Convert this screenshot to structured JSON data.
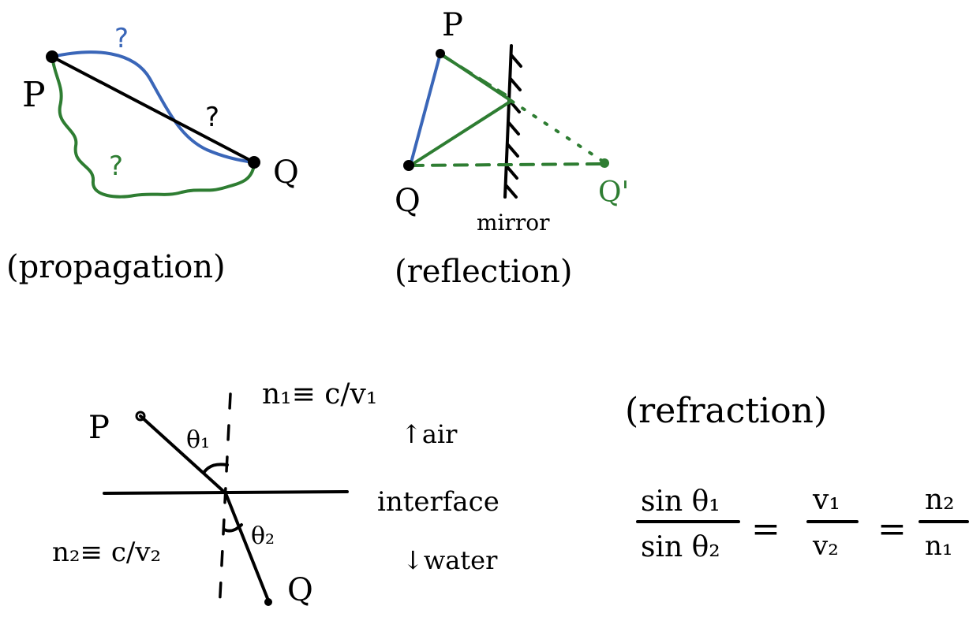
{
  "propagation": {
    "label_p": "P",
    "label_q": "Q",
    "question_blue": "?",
    "question_black": "?",
    "question_green": "?",
    "caption": "(propagation)"
  },
  "reflection": {
    "label_p": "P",
    "label_q": "Q",
    "label_q_image": "Q'",
    "mirror_label": "mirror",
    "caption": "(reflection)"
  },
  "refraction": {
    "label_p": "P",
    "label_q": "Q",
    "theta1": "θ₁",
    "theta2": "θ₂",
    "n1_def": "n₁≡ c/v₁",
    "n2_def": "n₂≡ c/v₂",
    "air_label": "↑air",
    "interface_label": "interface",
    "water_label": "↓water",
    "caption": "(refraction)",
    "eq_lhs_num": "sin θ₁",
    "eq_lhs_den": "sin θ₂",
    "eq_mid_num": "v₁",
    "eq_mid_den": "v₂",
    "eq_rhs_num": "n₂",
    "eq_rhs_den": "n₁",
    "eq_sign": "="
  },
  "colors": {
    "ink": "#000000",
    "blue_path": "#3a66b8",
    "green_path": "#2e7d32"
  }
}
